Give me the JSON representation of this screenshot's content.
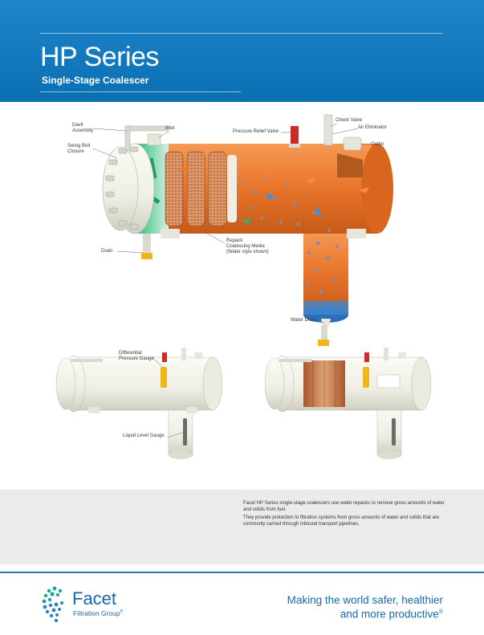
{
  "header": {
    "title": "HP Series",
    "subtitle": "Single-Stage Coalescer"
  },
  "callouts": {
    "davit_assembly_1": "Davit",
    "davit_assembly_2": "Assembly",
    "inlet": "Inlet",
    "swing_bolt_1": "Swing Bolt",
    "swing_bolt_2": "Closure",
    "pressure_relief_valve": "Pressure Relief Valve",
    "check_valve": "Check Valve",
    "air_eliminator": "Air Eliminator",
    "outlet": "Outlet",
    "drain": "Drain",
    "repack_1": "Repack",
    "repack_2": "Coalescing Media",
    "repack_note": "(Water style shown)",
    "water_drain": "Water Drain",
    "diff_gauge_1": "Differential",
    "diff_gauge_2": "Pressure Gauge",
    "liquid_level_gauge": "Liquid Level Gauge"
  },
  "description": {
    "p1": "Facet HP Series single-stage coalescers use water repacks to remove gross amounts of water and solids from fuel.",
    "p2": "They provide protection to filtration systems from gross amounts of water and solids that are commonly carried through inbound transport pipelines."
  },
  "footer": {
    "brand": "Facet",
    "brand_sub": "Filtration Group",
    "brand_sub_mark": "®",
    "tagline_1": "Making the world safer, healthier",
    "tagline_2": "and more productive",
    "tagline_mark": "®"
  },
  "colors": {
    "header_blue": "#1a7cc2",
    "vessel_orange": "#e8742a",
    "media_copper": "#c9774a",
    "footer_blue": "#1769ad"
  }
}
